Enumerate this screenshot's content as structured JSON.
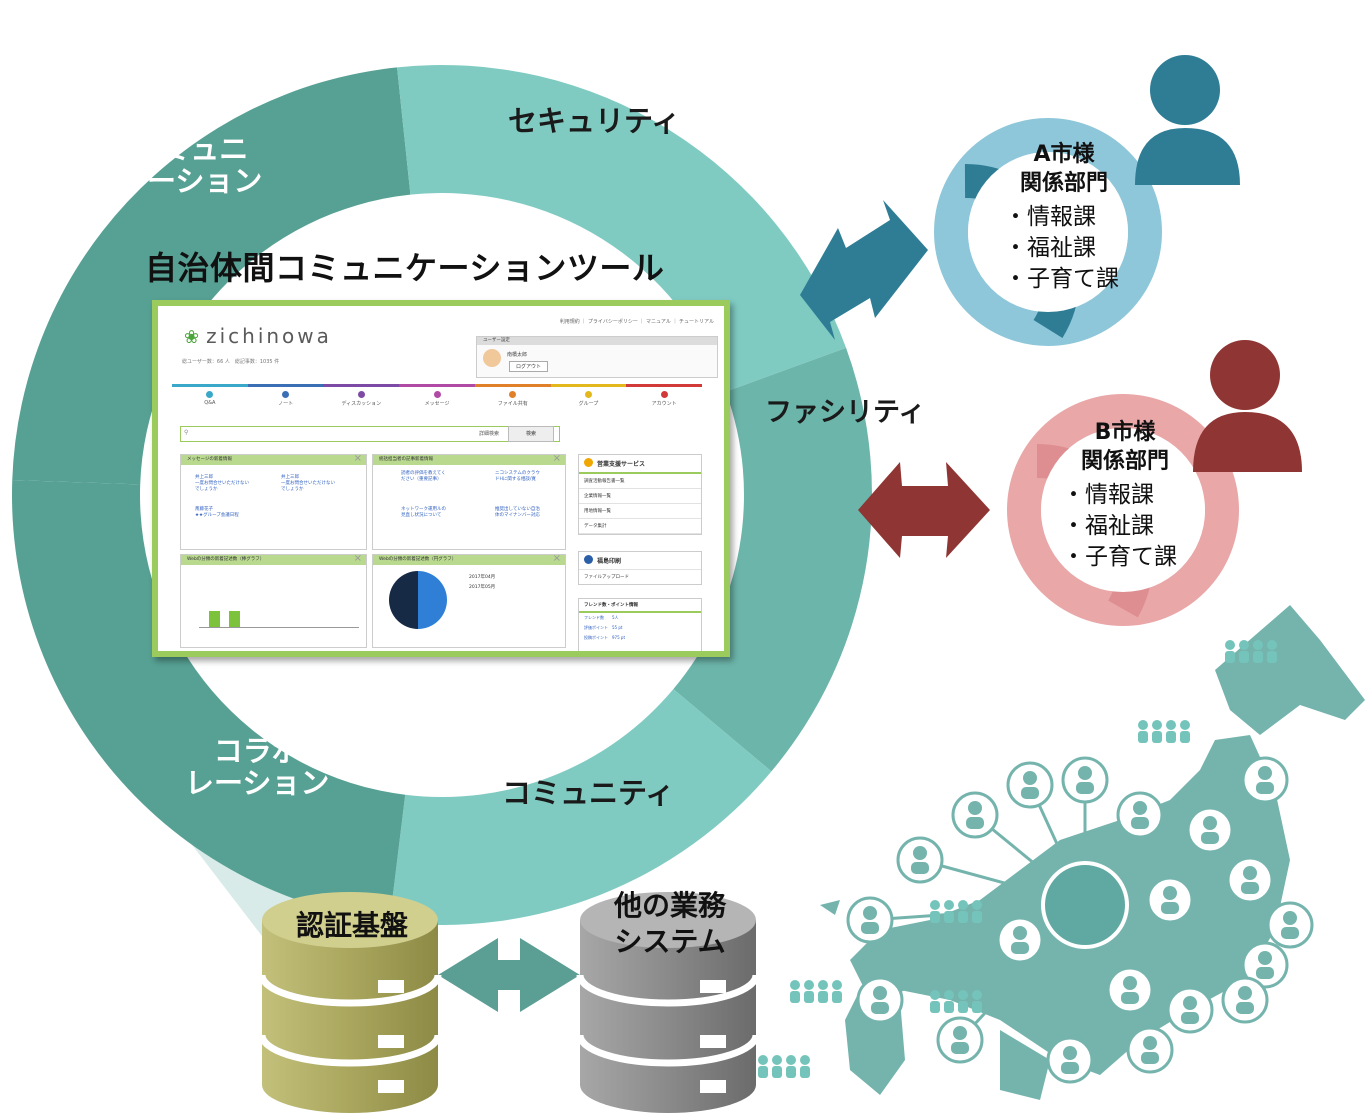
{
  "diagram": {
    "center_title": "自治体間コミュニケーションツール",
    "ring_labels": {
      "security": "セキュリティ",
      "communication": "コミュニ\nケーション",
      "facility": "ファシリティ",
      "collaboration": "コラボ\nレーション",
      "community": "コミュニティ"
    },
    "org_a": {
      "title": "A市様\n関係部門",
      "items": [
        "情報課",
        "福祉課",
        "子育て課"
      ],
      "color": "#2e7d95",
      "light": "#8fc7da"
    },
    "org_b": {
      "title": "B市様\n関係部門",
      "items": [
        "情報課",
        "福祉課",
        "子育て課"
      ],
      "color": "#8f3533",
      "light": "#e9a7a8"
    },
    "databases": {
      "auth": "認証基盤",
      "other": "他の業務\nシステム"
    },
    "colors": {
      "ring_light": "#7fcbc2",
      "ring_dark": "#57a194",
      "ring_mid": "#6cb5aa",
      "auth_db": "#a5a35a",
      "other_db": "#8a8a8a",
      "map": "#74b4ad"
    }
  },
  "screenshot": {
    "logo": "zichinowa",
    "stats": "総ユーザー数：66 人　総記事数：1035 件",
    "top_nav": "利用規約 ｜ プライバシーポリシー ｜ マニュアル ｜ チュートリアル",
    "panel_tabs": "ユーザー設定",
    "user_name": "南橋太郎",
    "logout": "ログアウト",
    "tabs": [
      "Q&A",
      "ノート",
      "ディスカッション",
      "メッセージ",
      "ファイル共有",
      "グループ",
      "アカウント"
    ],
    "search_placeholder": "詳細検索",
    "search_button": "検索",
    "box_messages_title": "メッセージの新着情報",
    "box_posts_title": "統括担当者の記事新着情報",
    "box_chart1_title": "Webの分類の新着記述数（棒グラフ）",
    "box_chart2_title": "Webの分類の新着記述数（円グラフ）",
    "msg_items": [
      "井上三郎\n一度お問合せいただけない\nでしょうか",
      "井上三郎\n一度お問合せいただけない\nでしょうか",
      "斎藤花子\n★★グループ会議日程"
    ],
    "post_items": [
      "読者の評価を教えてく\nださい（重要記事）",
      "ニコシステムのクラウ\nドHに関する相談/寛",
      "ネットワーク運用ルの\n見直し状況について",
      "推奨出していない自治\n体のマイナンバー対応"
    ],
    "pie_legend": [
      "2017年04月",
      "2017年05月"
    ],
    "side_title": "営業支援サービス",
    "side_items": [
      "調査活動報告書一覧",
      "企業情報一覧",
      "用地情報一覧",
      "データ集計"
    ],
    "side2_title": "福島印刷",
    "side2_items": [
      "ファイルアップロード"
    ],
    "side3_title": "フレンド数・ポイント情報",
    "side3_items": [
      "フレンド数　　5人",
      "評価ポイント　55 pt",
      "投稿ポイント　975 pt"
    ]
  }
}
